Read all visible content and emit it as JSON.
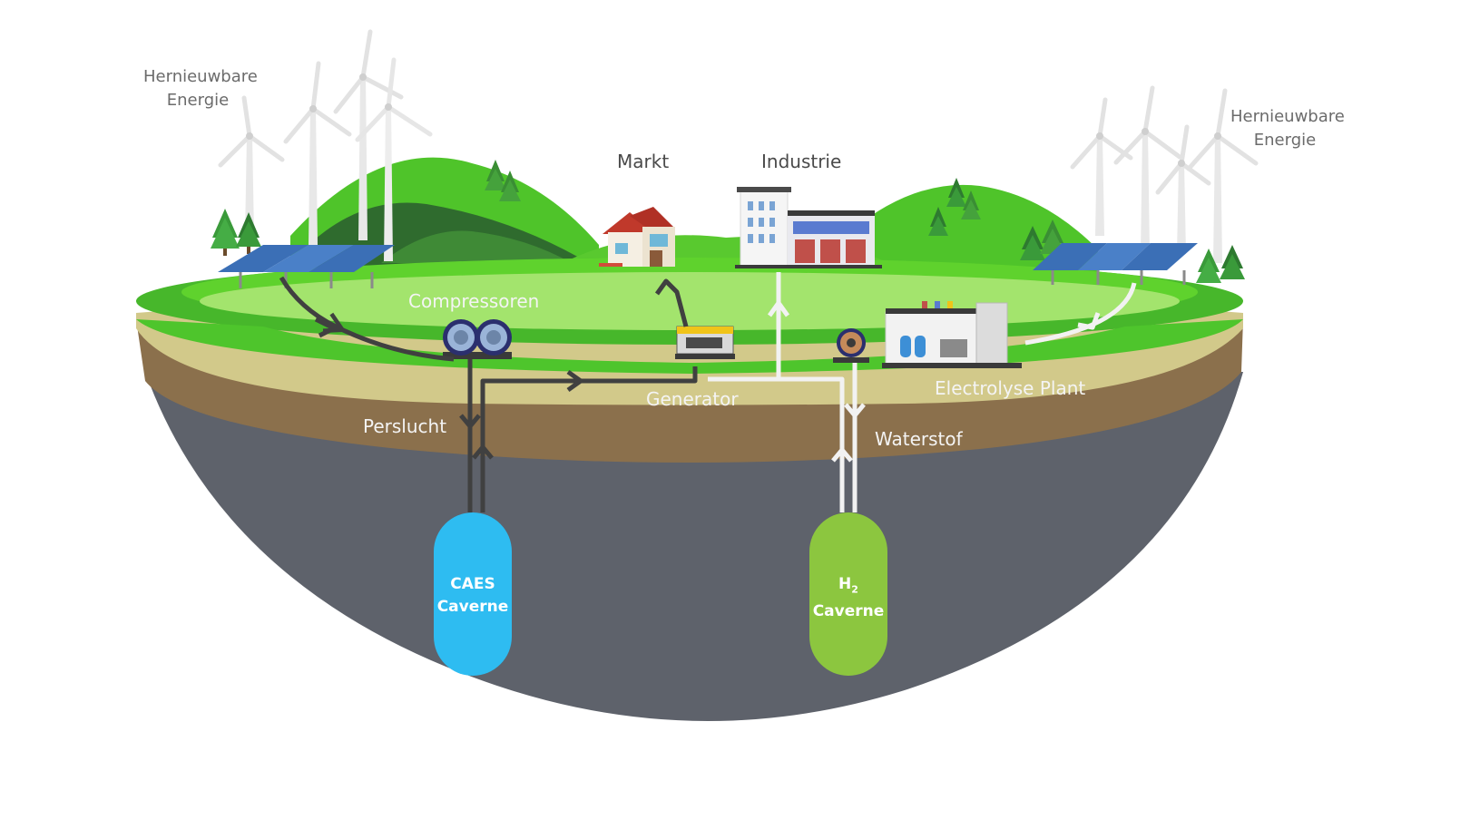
{
  "labels": {
    "renewable_left_1": "Hernieuwbare",
    "renewable_left_2": "Energie",
    "renewable_right_1": "Hernieuwbare",
    "renewable_right_2": "Energie",
    "market": "Markt",
    "industry": "Industrie",
    "compressors": "Compressoren",
    "generator": "Generator",
    "electrolysis": "Electrolyse Plant",
    "compressed_air": "Perslucht",
    "hydrogen": "Waterstof",
    "caes_line1": "CAES",
    "caes_line2": "Caverne",
    "h2_main": "H",
    "h2_sub": "2",
    "h2_line2": "Caverne"
  },
  "colors": {
    "grass_dark": "#47b72b",
    "grass_mid": "#5fd22d",
    "field_light": "#a3e46d",
    "sand": "#d2c98a",
    "soil": "#8b704c",
    "rock": "#5e626b",
    "caes_cavern": "#2ebcf1",
    "h2_cavern": "#8cc63f",
    "flow_dark": "#404040",
    "flow_white": "#f2f2f2"
  },
  "icons": [
    "wind-turbine-icon",
    "solar-panel-icon",
    "tree-icon",
    "house-icon",
    "factory-icon",
    "compressor-icon",
    "generator-icon",
    "electrolysis-plant-icon"
  ]
}
